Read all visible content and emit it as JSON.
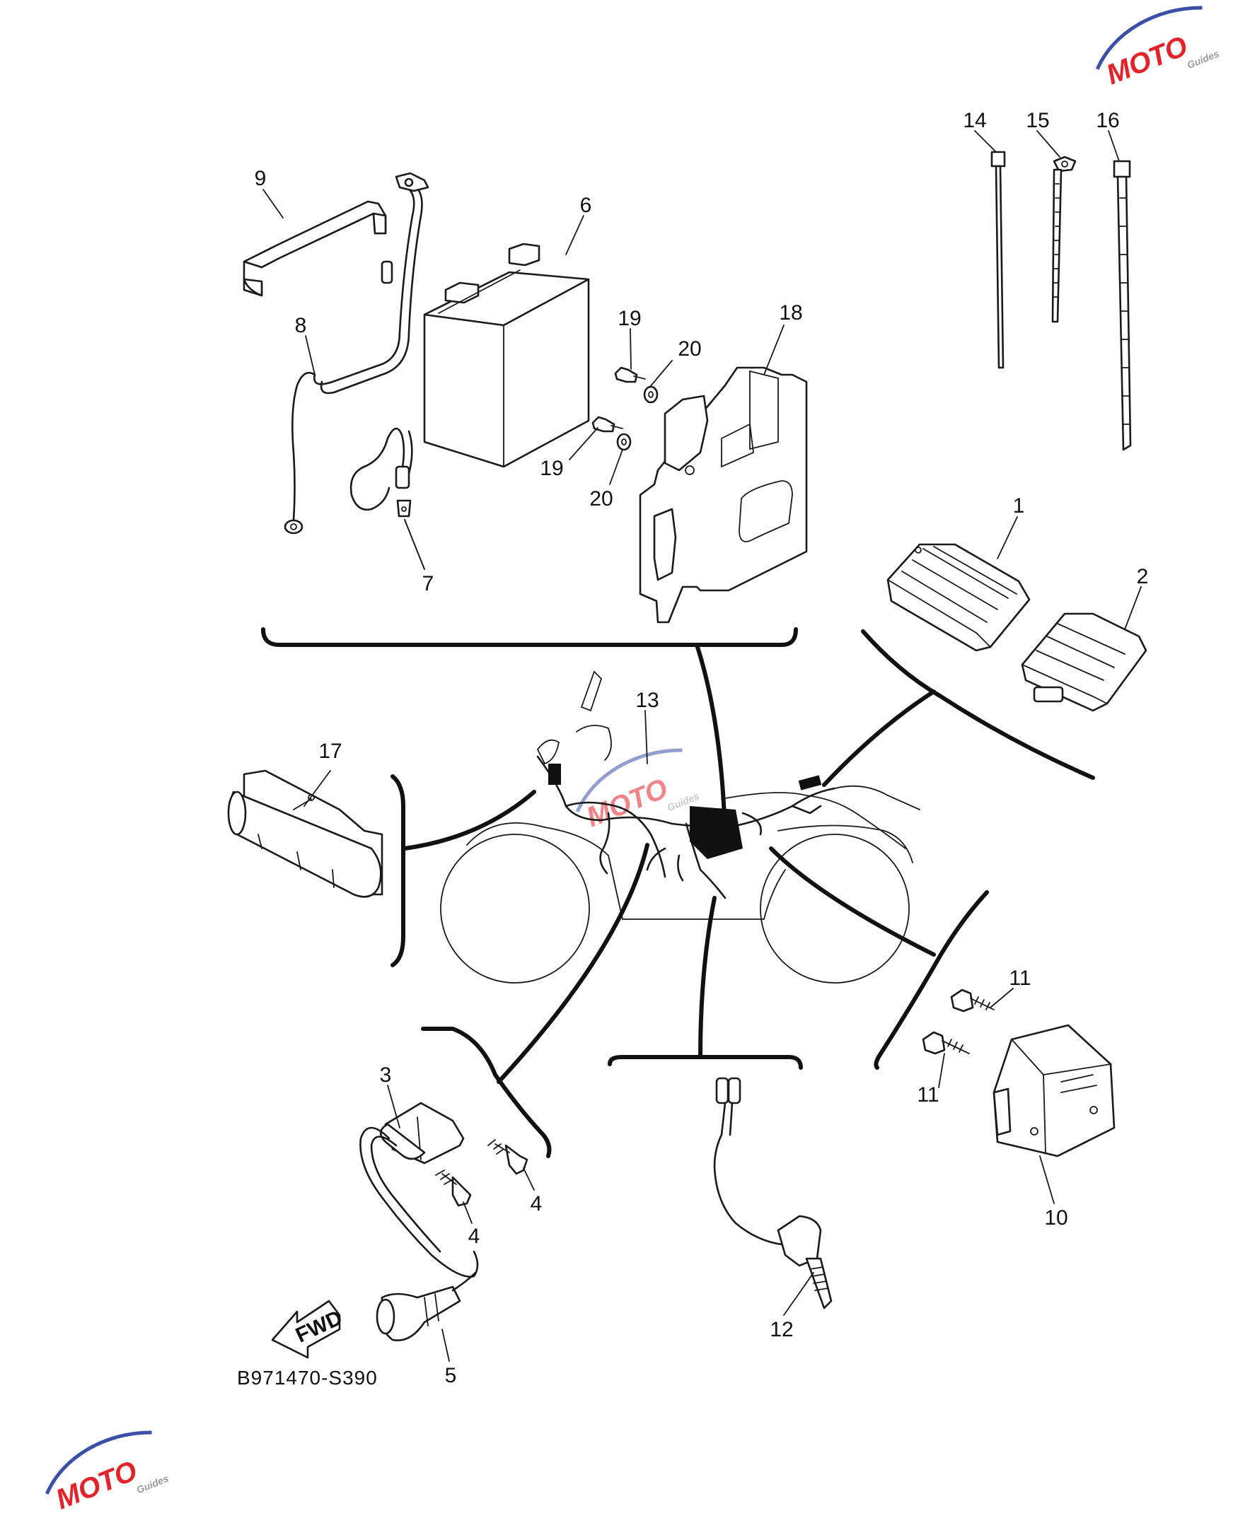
{
  "drawing_code": "B971470-S390",
  "fwd_arrow": {
    "label": "FWD"
  },
  "watermark": {
    "text": "MOTO",
    "subtext": "Guides",
    "color_red": "#e2232a",
    "color_blue": "#3a4fa8",
    "color_gray": "#9a9a9a"
  },
  "callouts": [
    {
      "id": "c1",
      "label": "1"
    },
    {
      "id": "c2",
      "label": "2"
    },
    {
      "id": "c3",
      "label": "3"
    },
    {
      "id": "c4a",
      "label": "4"
    },
    {
      "id": "c4b",
      "label": "4"
    },
    {
      "id": "c5",
      "label": "5"
    },
    {
      "id": "c6",
      "label": "6"
    },
    {
      "id": "c7",
      "label": "7"
    },
    {
      "id": "c8",
      "label": "8"
    },
    {
      "id": "c9",
      "label": "9"
    },
    {
      "id": "c10",
      "label": "10"
    },
    {
      "id": "c11a",
      "label": "11"
    },
    {
      "id": "c11b",
      "label": "11"
    },
    {
      "id": "c12",
      "label": "12"
    },
    {
      "id": "c13",
      "label": "13"
    },
    {
      "id": "c14",
      "label": "14"
    },
    {
      "id": "c15",
      "label": "15"
    },
    {
      "id": "c16",
      "label": "16"
    },
    {
      "id": "c17",
      "label": "17"
    },
    {
      "id": "c18",
      "label": "18"
    },
    {
      "id": "c19a",
      "label": "19"
    },
    {
      "id": "c19b",
      "label": "19"
    },
    {
      "id": "c20a",
      "label": "20"
    },
    {
      "id": "c20b",
      "label": "20"
    }
  ]
}
